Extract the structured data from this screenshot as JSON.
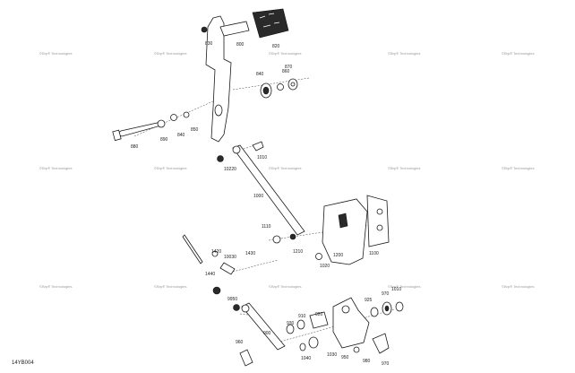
{
  "diagram_code": "14YB004",
  "watermark_text": "©Brp® Technologies",
  "callouts": [
    {
      "id": "c830",
      "text": "830"
    },
    {
      "id": "c800",
      "text": "800"
    },
    {
      "id": "c820",
      "text": "820"
    },
    {
      "id": "c860",
      "text": "860"
    },
    {
      "id": "c870",
      "text": "870"
    },
    {
      "id": "c840a",
      "text": "840"
    },
    {
      "id": "c850",
      "text": "850"
    },
    {
      "id": "c840b",
      "text": "840"
    },
    {
      "id": "c880",
      "text": "880"
    },
    {
      "id": "c890",
      "text": "890"
    },
    {
      "id": "c1010",
      "text": "1010"
    },
    {
      "id": "c10220",
      "text": "10220"
    },
    {
      "id": "c1000",
      "text": "1000"
    },
    {
      "id": "c1110",
      "text": "1110"
    },
    {
      "id": "c1210",
      "text": "1210"
    },
    {
      "id": "c1020",
      "text": "1020"
    },
    {
      "id": "c1200",
      "text": "1200"
    },
    {
      "id": "c1100",
      "text": "1100"
    },
    {
      "id": "c1420",
      "text": "1420"
    },
    {
      "id": "c10030",
      "text": "10030"
    },
    {
      "id": "c1430",
      "text": "1430"
    },
    {
      "id": "c1440",
      "text": "1440"
    },
    {
      "id": "c9950",
      "text": "9950"
    },
    {
      "id": "c910",
      "text": "910"
    },
    {
      "id": "c920",
      "text": "920"
    },
    {
      "id": "c930",
      "text": "930"
    },
    {
      "id": "c925",
      "text": "925"
    },
    {
      "id": "c970a",
      "text": "970"
    },
    {
      "id": "c1010b",
      "text": "1010"
    },
    {
      "id": "c900",
      "text": "900"
    },
    {
      "id": "c960",
      "text": "960"
    },
    {
      "id": "c1040",
      "text": "1040"
    },
    {
      "id": "c1030",
      "text": "1030"
    },
    {
      "id": "c950",
      "text": "950"
    },
    {
      "id": "c980",
      "text": "980"
    },
    {
      "id": "c970b",
      "text": "970"
    }
  ]
}
